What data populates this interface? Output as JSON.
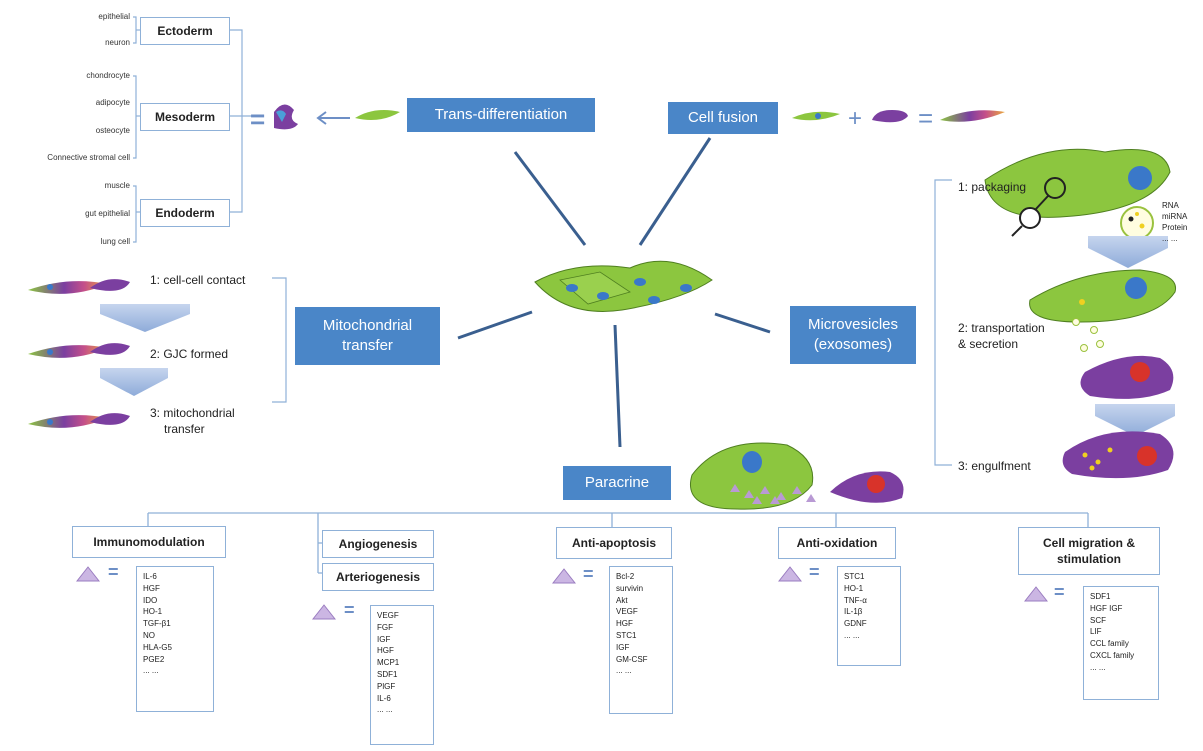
{
  "mechanisms": {
    "trans_differentiation": "Trans-differentiation",
    "cell_fusion": "Cell fusion",
    "mitochondrial_transfer_1": "Mitochondrial",
    "mitochondrial_transfer_2": "transfer",
    "microvesicles_1": "Microvesicles",
    "microvesicles_2": "(exosomes)",
    "paracrine": "Paracrine"
  },
  "germ_layers": {
    "ectoderm": {
      "label": "Ectoderm",
      "cells": [
        "epithelial",
        "neuron"
      ]
    },
    "mesoderm": {
      "label": "Mesoderm",
      "cells": [
        "chondrocyte",
        "adipocyte",
        "osteocyte",
        "Connective stromal cell"
      ]
    },
    "endoderm": {
      "label": "Endoderm",
      "cells": [
        "muscle",
        "gut epithelial",
        "lung cell"
      ]
    }
  },
  "mito_steps": [
    "1: cell-cell contact",
    "2: GJC formed",
    "3: mitochondrial",
    "transfer"
  ],
  "vesicle_steps": [
    "1: packaging",
    "2: transportation",
    "& secretion",
    "3: engulfment"
  ],
  "cargo": [
    "RNA",
    "miRNA",
    "Protein",
    "... ..."
  ],
  "paracrine_categories": [
    {
      "label": "Immunomodulation",
      "factors": [
        "IL-6",
        "HGF",
        "IDO",
        "HO-1",
        "TGF-β1",
        "NO",
        "HLA-G5",
        "PGE2",
        "... ..."
      ]
    },
    {
      "label": "Angiogenesis",
      "label2": "Arteriogenesis",
      "factors": [
        "VEGF",
        "FGF",
        "IGF",
        "HGF",
        "MCP1",
        "SDF1",
        "PlGF",
        "IL-6",
        "... ..."
      ]
    },
    {
      "label": "Anti-apoptosis",
      "factors": [
        "Bcl-2",
        "survivin",
        "Akt",
        "VEGF",
        "HGF",
        "STC1",
        "IGF",
        "GM-CSF",
        "... ..."
      ]
    },
    {
      "label": "Anti-oxidation",
      "factors": [
        "STC1",
        "HO-1",
        "TNF-α",
        "IL-1β",
        "GDNF",
        "... ..."
      ]
    },
    {
      "label": "Cell migration &",
      "label2": "stimulation",
      "factors": [
        "SDF1",
        "HGF IGF",
        "SCF",
        "LIF",
        "CCL family",
        "CXCL family",
        "... ..."
      ]
    }
  ],
  "equals_sign": "=",
  "plus_sign": "+",
  "colors": {
    "box_blue": "#4a86c8",
    "line_blue": "#3a5f8f",
    "border": "#8fb1d8",
    "cell_green": "#8cc63f",
    "cell_purple": "#7b3fa0",
    "nucleus_blue": "#3a78c9",
    "nucleus_red": "#d8332a"
  }
}
